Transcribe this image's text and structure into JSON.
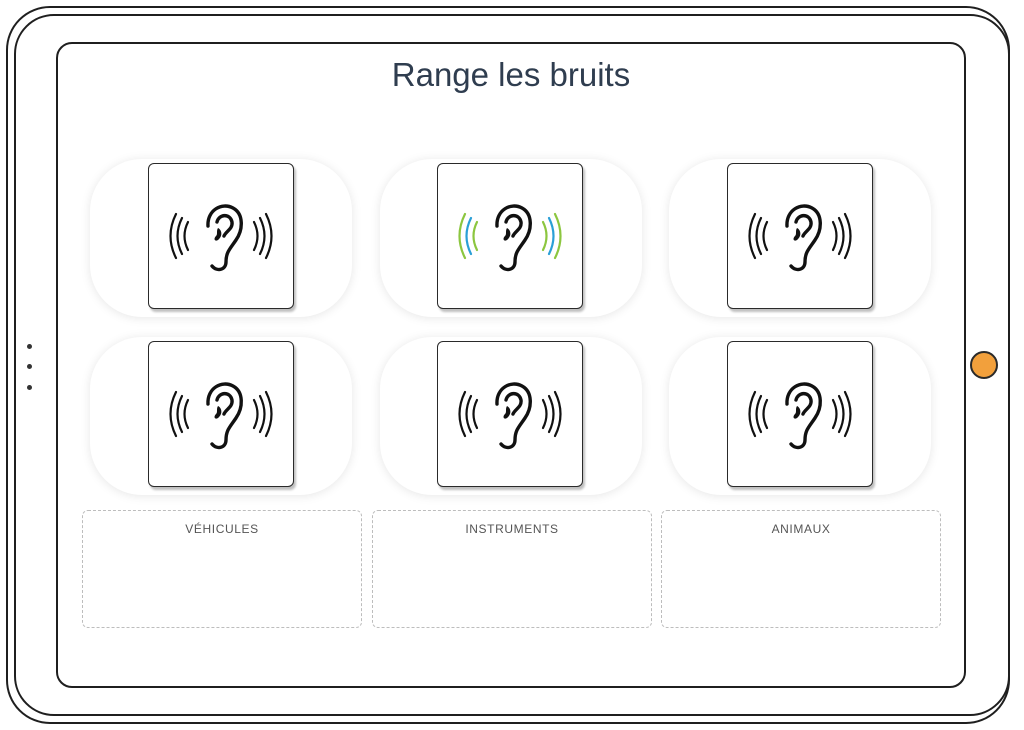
{
  "title": "Range les bruits",
  "cards": [
    {
      "icon": "ear-sound-icon",
      "active": false
    },
    {
      "icon": "ear-sound-icon",
      "active": true
    },
    {
      "icon": "ear-sound-icon",
      "active": false
    },
    {
      "icon": "ear-sound-icon",
      "active": false
    },
    {
      "icon": "ear-sound-icon",
      "active": false
    },
    {
      "icon": "ear-sound-icon",
      "active": false
    }
  ],
  "categories": [
    {
      "label": "VÉHICULES"
    },
    {
      "label": "INSTRUMENTS"
    },
    {
      "label": "ANIMAUX"
    }
  ],
  "colors": {
    "title": "#2f3d4f",
    "active_wave_green": "#8cc63f",
    "active_wave_blue": "#2a9fd6",
    "home_button": "#f2a03c"
  }
}
